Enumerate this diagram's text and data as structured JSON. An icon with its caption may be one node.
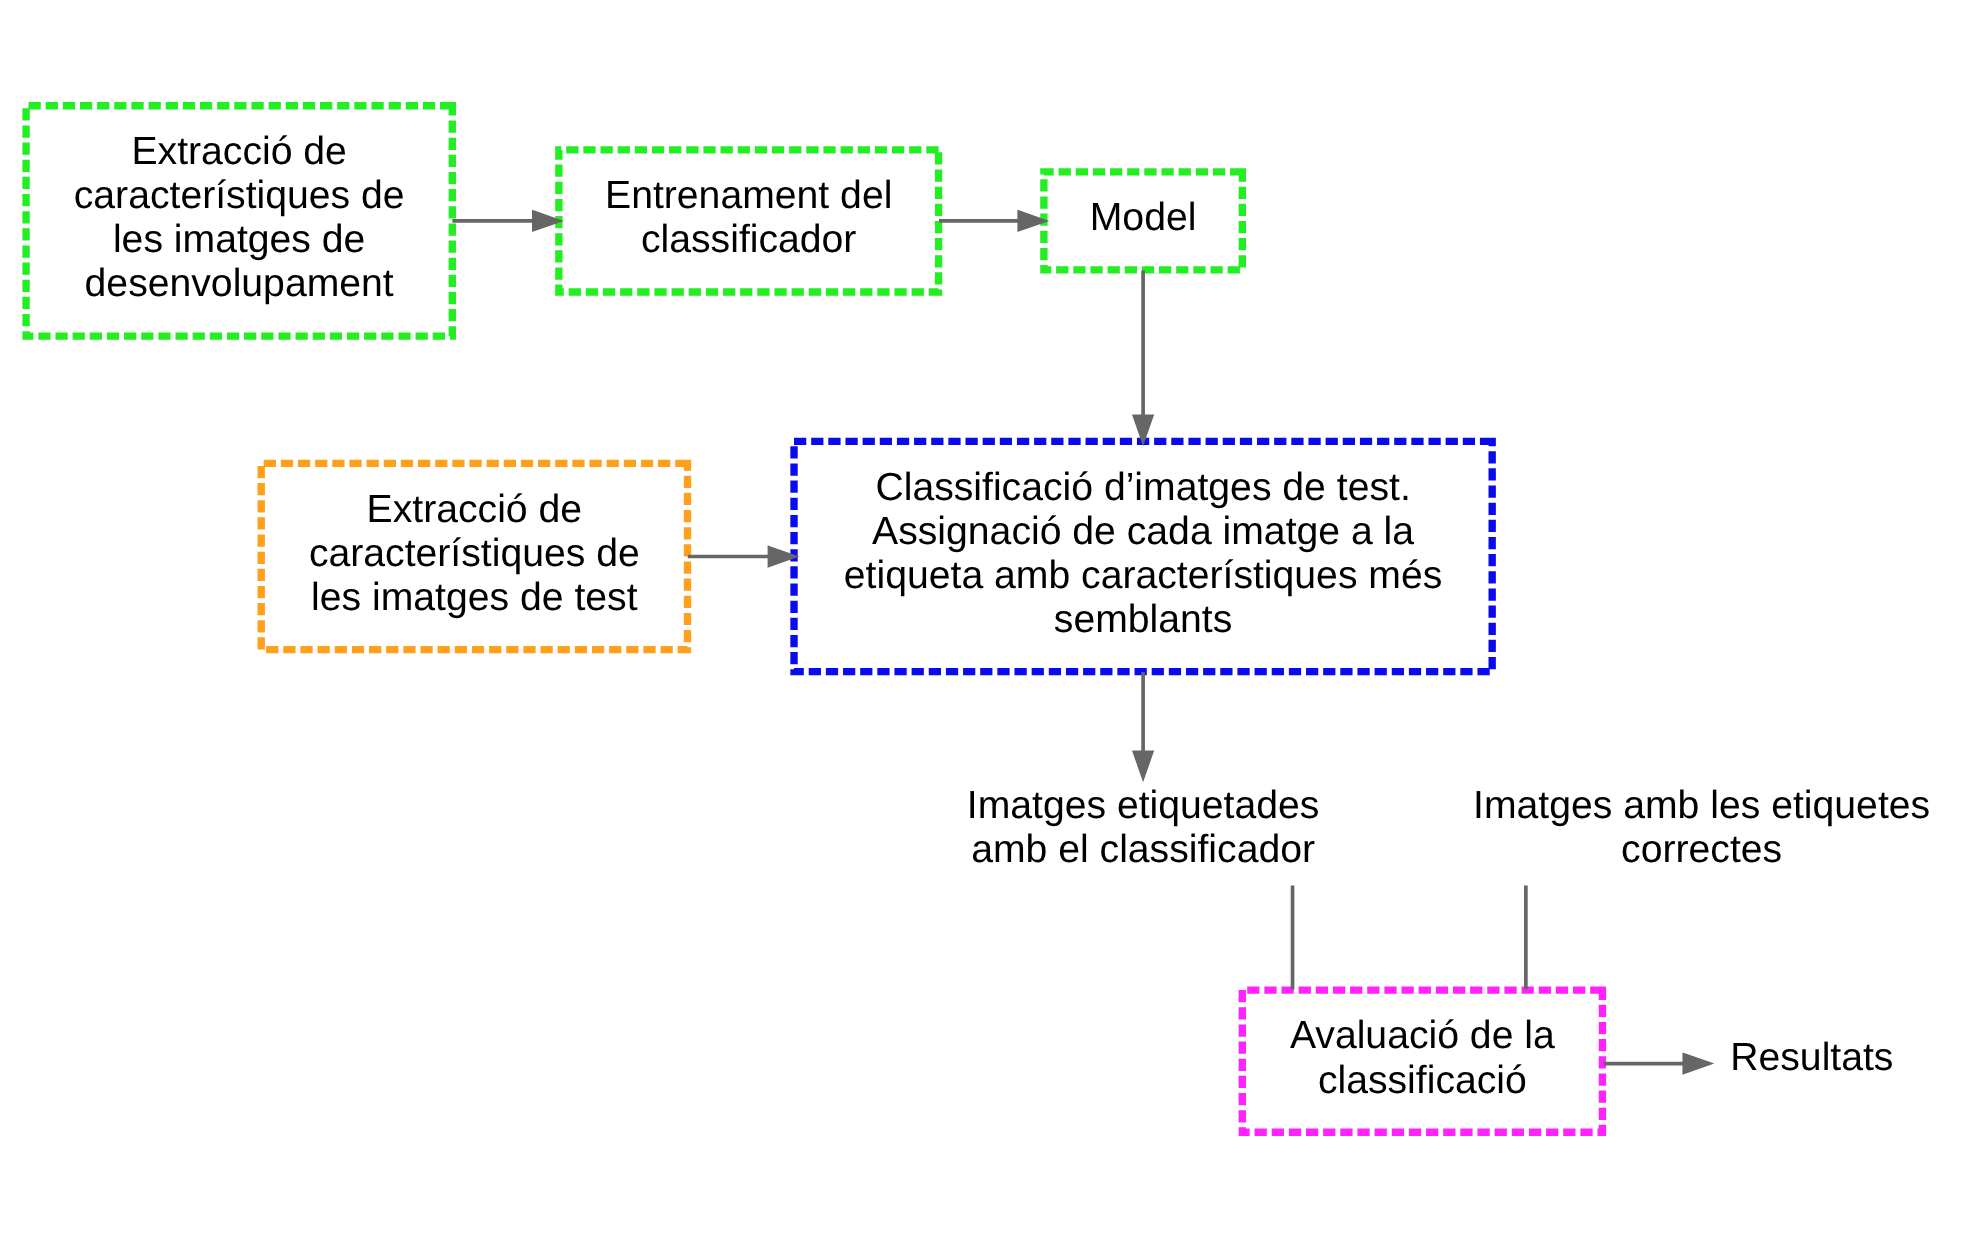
{
  "diagram": {
    "nodes": [
      {
        "text": [
          "Extracció de característiques de les imatges de desenvolupament"
        ]
      },
      {
        "text": [
          "Entrenament del classificador"
        ]
      },
      {
        "text": [
          "Model"
        ]
      },
      {
        "text": [
          "Extracció de característiques de les imatges de test"
        ]
      },
      {
        "text": [
          "Classificació d’imatges de test. Assignació de cada imatge a la etiqueta amb característiques més semblants"
        ]
      },
      {
        "text": [
          "Imatges amb les etiquetes correctes"
        ]
      },
      {
        "text": [
          "Imatges etiquetades amb el classificador"
        ]
      },
      {
        "text": [
          "Avaluació de la classificació"
        ]
      },
      {
        "text": [
          "Resultats"
        ]
      }
    ],
    "edges": [
      {
        "from": 0,
        "to": 1,
        "arrow": "to"
      },
      {
        "from": 1,
        "to": 2,
        "arrow": "to"
      },
      {
        "from": 2,
        "to": 4,
        "arrow": "to"
      },
      {
        "from": 3,
        "to": 4,
        "arrow": "to"
      },
      {
        "from": 4,
        "to": 6,
        "arrow": "to"
      },
      {
        "from": 5,
        "to": 7,
        "arrow": "none"
      },
      {
        "from": 6,
        "to": 7,
        "arrow": "none"
      },
      {
        "from": 7,
        "to": 8,
        "arrow": "to"
      }
    ]
  }
}
